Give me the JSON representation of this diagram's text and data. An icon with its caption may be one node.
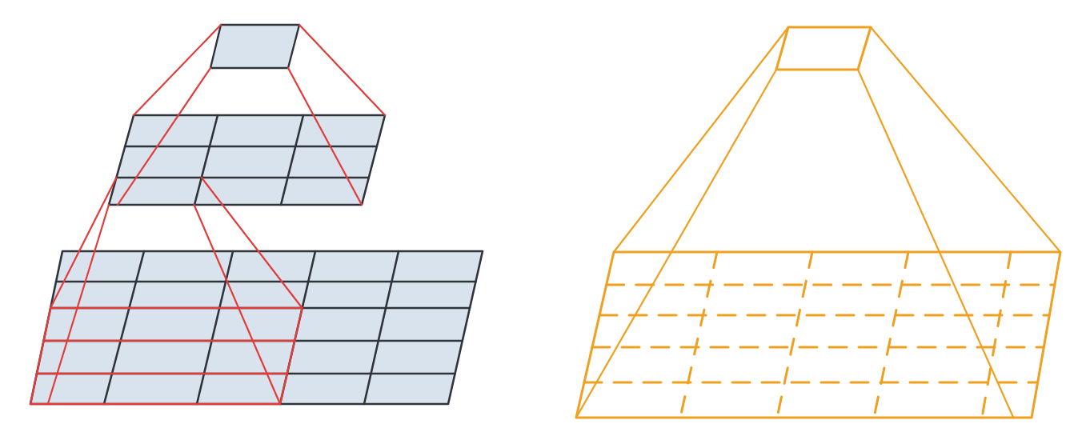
{
  "diagram": {
    "nodes": [
      {
        "text": [],
        "shape": "box"
      },
      {
        "text": [],
        "shape": "grid"
      },
      {
        "text": [],
        "shape": "grid"
      },
      {
        "text": [],
        "shape": "grid",
        "in": 2
      },
      {
        "text": [],
        "shape": "box"
      },
      {
        "text": [],
        "shape": "grid"
      }
    ],
    "edges": [
      {
        "from": 0,
        "to": 1,
        "arrow": "none"
      },
      {
        "from": 0,
        "to": 1,
        "arrow": "none"
      },
      {
        "from": 0,
        "to": 1,
        "arrow": "none"
      },
      {
        "from": 0,
        "to": 1,
        "arrow": "none"
      },
      {
        "from": 1,
        "to": 3,
        "arrow": "none"
      },
      {
        "from": 1,
        "to": 3,
        "arrow": "none"
      },
      {
        "from": 1,
        "to": 3,
        "arrow": "none"
      },
      {
        "from": 1,
        "to": 3,
        "arrow": "none"
      },
      {
        "from": 4,
        "to": 5,
        "arrow": "none",
        "color": "#f0a020"
      },
      {
        "from": 4,
        "to": 5,
        "arrow": "none",
        "color": "#f0a020"
      },
      {
        "from": 4,
        "to": 5,
        "arrow": "none",
        "color": "#f0a020"
      },
      {
        "from": 4,
        "to": 5,
        "arrow": "none",
        "color": "#f0a020"
      }
    ]
  }
}
